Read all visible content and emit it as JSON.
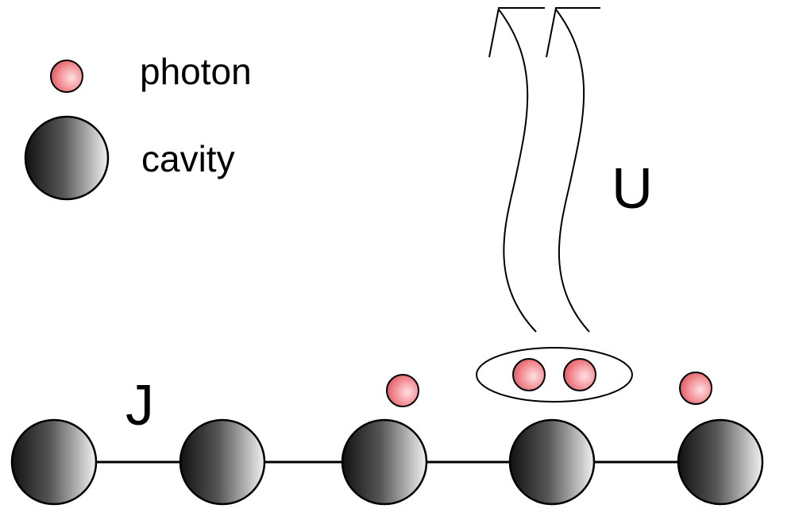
{
  "legend": {
    "photon_label": "photon",
    "cavity_label": "cavity"
  },
  "labels": {
    "hopping": "J",
    "interaction": "U"
  },
  "colors": {
    "photon_fill": "#e8606a",
    "photon_highlight": "#ffd6d8",
    "cavity_dark": "#1a1a1a",
    "cavity_light": "#f4f4f4",
    "line": "#000000"
  },
  "lattice": {
    "cavities": [
      {
        "photons": 0
      },
      {
        "photons": 0
      },
      {
        "photons": 1
      },
      {
        "photons": 2,
        "bound_pair": true
      },
      {
        "photons": 1
      }
    ]
  }
}
